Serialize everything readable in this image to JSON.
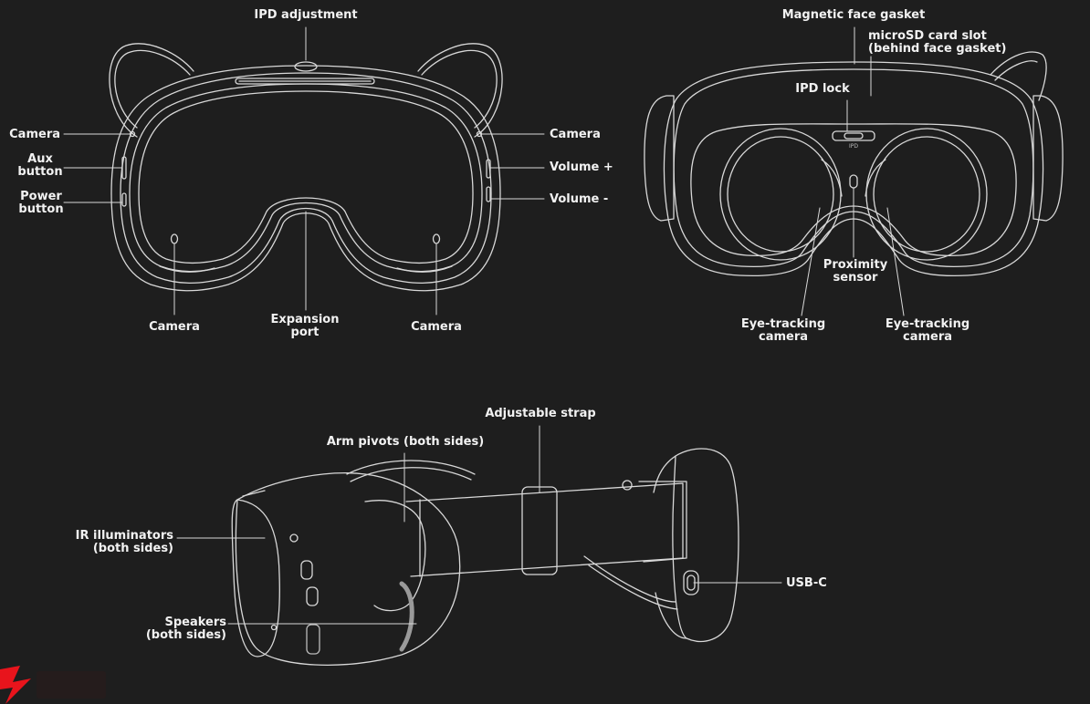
{
  "labels": {
    "front": {
      "ipd_adjustment": "IPD adjustment",
      "camera_left": "Camera",
      "aux_button": "Aux\nbutton",
      "power_button": "Power\nbutton",
      "camera_right": "Camera",
      "volume_up": "Volume +",
      "volume_down": "Volume -",
      "camera_bottom_left": "Camera",
      "expansion_port": "Expansion\nport",
      "camera_bottom_right": "Camera"
    },
    "back": {
      "magnetic_face_gasket": "Magnetic face gasket",
      "microsd_slot": "microSD card slot\n(behind face gasket)",
      "ipd_lock": "IPD lock",
      "proximity_sensor": "Proximity\nsensor",
      "eye_tracking_left": "Eye-tracking\ncamera",
      "eye_tracking_right": "Eye-tracking\ncamera",
      "ipd_text": "IPD"
    },
    "side": {
      "adjustable_strap": "Adjustable strap",
      "arm_pivots": "Arm pivots (both sides)",
      "ir_illuminators": "IR illuminators\n(both sides)",
      "speakers": "Speakers\n(both sides)",
      "usb_c": "USB-C"
    }
  },
  "colors": {
    "background": "#1e1e1e",
    "line": "#d8d8d8",
    "text": "#f2f2f2",
    "logo": "#e8141c"
  },
  "icons": {
    "logo": "lightning-bolt-icon"
  }
}
